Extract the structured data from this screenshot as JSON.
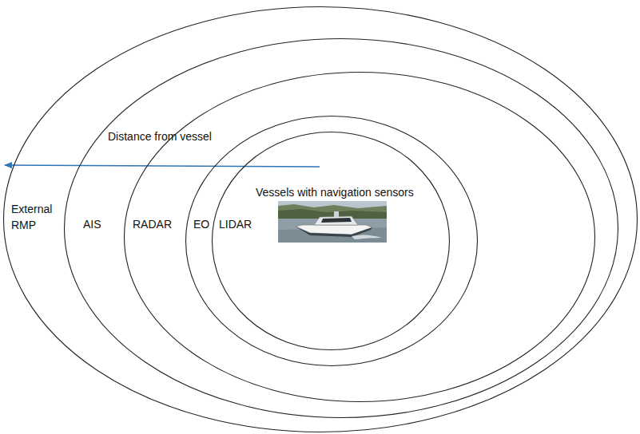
{
  "diagram": {
    "nodes": [
      {
        "text": [
          "External RMP"
        ]
      },
      {
        "text": [
          "AIS"
        ],
        "in": 0
      },
      {
        "text": [
          "RADAR"
        ],
        "in": 1
      },
      {
        "text": [
          "EO"
        ],
        "in": 2
      },
      {
        "text": [
          "LIDAR",
          "Vessels with navigation sensors"
        ],
        "in": 3
      }
    ],
    "labels": [
      "Distance from vessel"
    ]
  }
}
